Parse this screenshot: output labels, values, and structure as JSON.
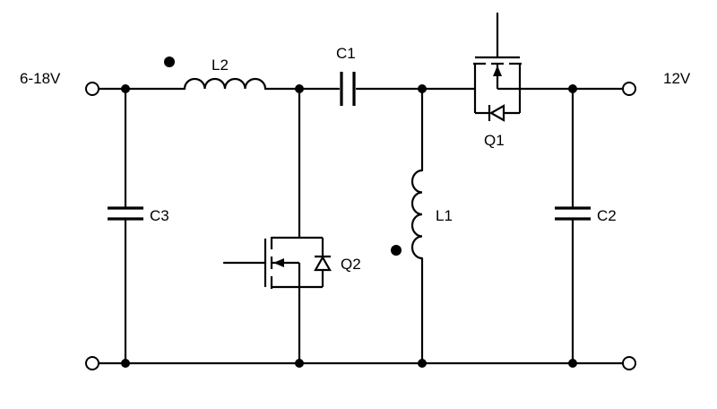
{
  "terminals": {
    "input_voltage": "6-18V",
    "output_voltage": "12V"
  },
  "components": {
    "L2": "L2",
    "C1": "C1",
    "C3": "C3",
    "L1": "L1",
    "Q1": "Q1",
    "Q2": "Q2",
    "C2": "C2"
  }
}
